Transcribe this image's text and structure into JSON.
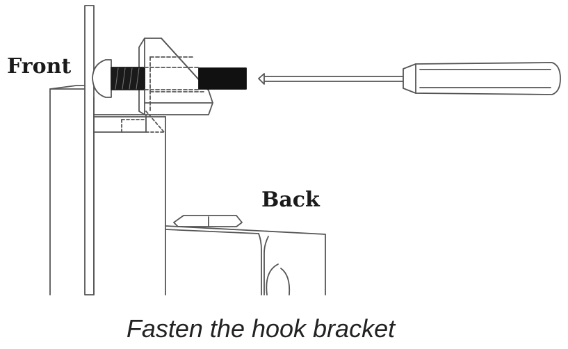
{
  "labels": {
    "front": "Front",
    "back": "Back"
  },
  "caption": "Fasten the hook bracket",
  "colors": {
    "line": "#555555",
    "thread": "#111111",
    "background": "#ffffff"
  },
  "icons": {
    "screwdriver": "screwdriver-icon",
    "screw": "screw-icon",
    "bracket": "hook-bracket-icon"
  }
}
